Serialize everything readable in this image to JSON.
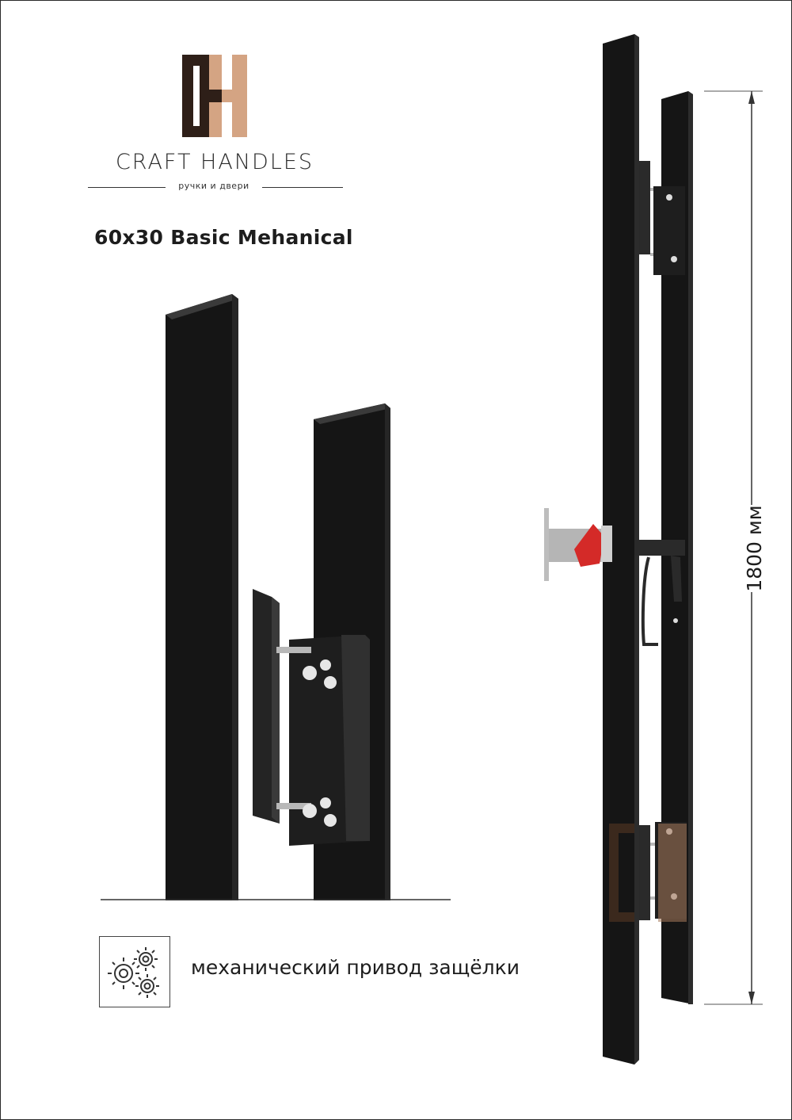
{
  "brand": {
    "name": "CRAFT HANDLES",
    "tagline": "ручки и двери",
    "colors": {
      "dark": "#2e1f18",
      "accent": "#d4a483"
    },
    "logo_icon": "ch-monogram-icon"
  },
  "product": {
    "title": "60x30 Basic Mehanical"
  },
  "feature": {
    "icon": "gears-icon",
    "label": "механический привод защёлки"
  },
  "dimension": {
    "label": "1800 мм"
  }
}
